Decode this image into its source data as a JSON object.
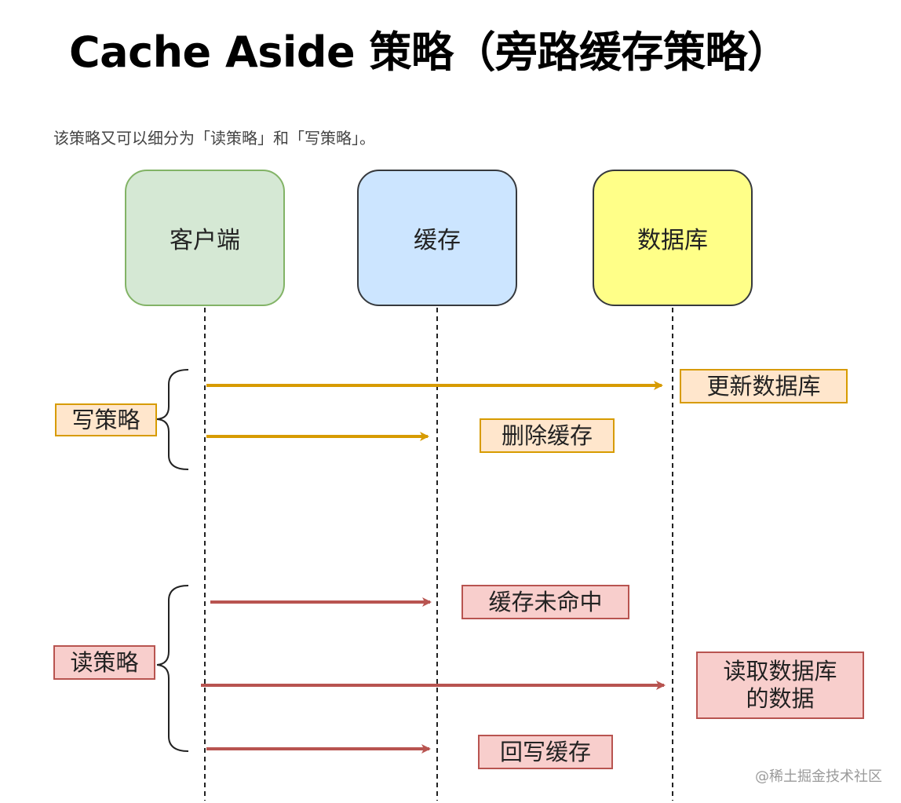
{
  "title": "Cache Aside 策略（旁路缓存策略）",
  "subtitle": "该策略又可以细分为「读策略」和「写策略」。",
  "participants": {
    "client": "客户端",
    "cache": "缓存",
    "database": "数据库"
  },
  "write_strategy": {
    "label": "写策略",
    "color": "#d79b00",
    "steps": [
      "更新数据库",
      "删除缓存"
    ]
  },
  "read_strategy": {
    "label": "读策略",
    "color": "#b85450",
    "steps": [
      "缓存未命中",
      "读取数据库\n的数据",
      "回写缓存"
    ]
  },
  "watermark": "@稀土掘金技术社区"
}
